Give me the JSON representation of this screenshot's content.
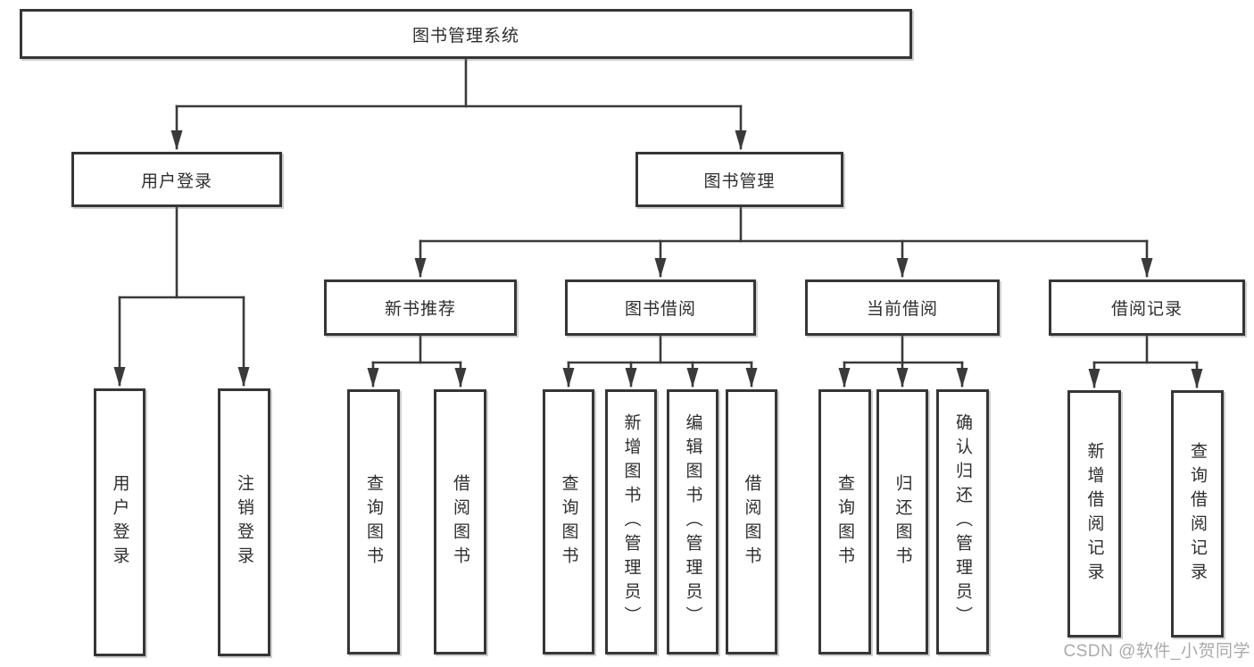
{
  "tree": {
    "label": "图书管理系统",
    "children": [
      {
        "label": "用户登录",
        "children": [
          {
            "label": "用户登录"
          },
          {
            "label": "注销登录"
          }
        ]
      },
      {
        "label": "图书管理",
        "children": [
          {
            "label": "新书推荐",
            "children": [
              {
                "label": "查询图书"
              },
              {
                "label": "借阅图书"
              }
            ]
          },
          {
            "label": "图书借阅",
            "children": [
              {
                "label": "查询图书"
              },
              {
                "label": "新增图书（管理员）"
              },
              {
                "label": "编辑图书（管理员）"
              },
              {
                "label": "借阅图书"
              }
            ]
          },
          {
            "label": "当前借阅",
            "children": [
              {
                "label": "查询图书"
              },
              {
                "label": "归还图书"
              },
              {
                "label": "确认归还（管理员）"
              }
            ]
          },
          {
            "label": "借阅记录",
            "children": [
              {
                "label": "新增借阅记录"
              },
              {
                "label": "查询借阅记录"
              }
            ]
          }
        ]
      }
    ]
  },
  "watermark": {
    "text": "CSDN @软件_小贺同学",
    "color": "#aaaaaa"
  },
  "colors": {
    "background": "#ffffff",
    "box_border": "#363636",
    "connector_line": "#3a3a3a",
    "text": "#2e2e2e"
  }
}
